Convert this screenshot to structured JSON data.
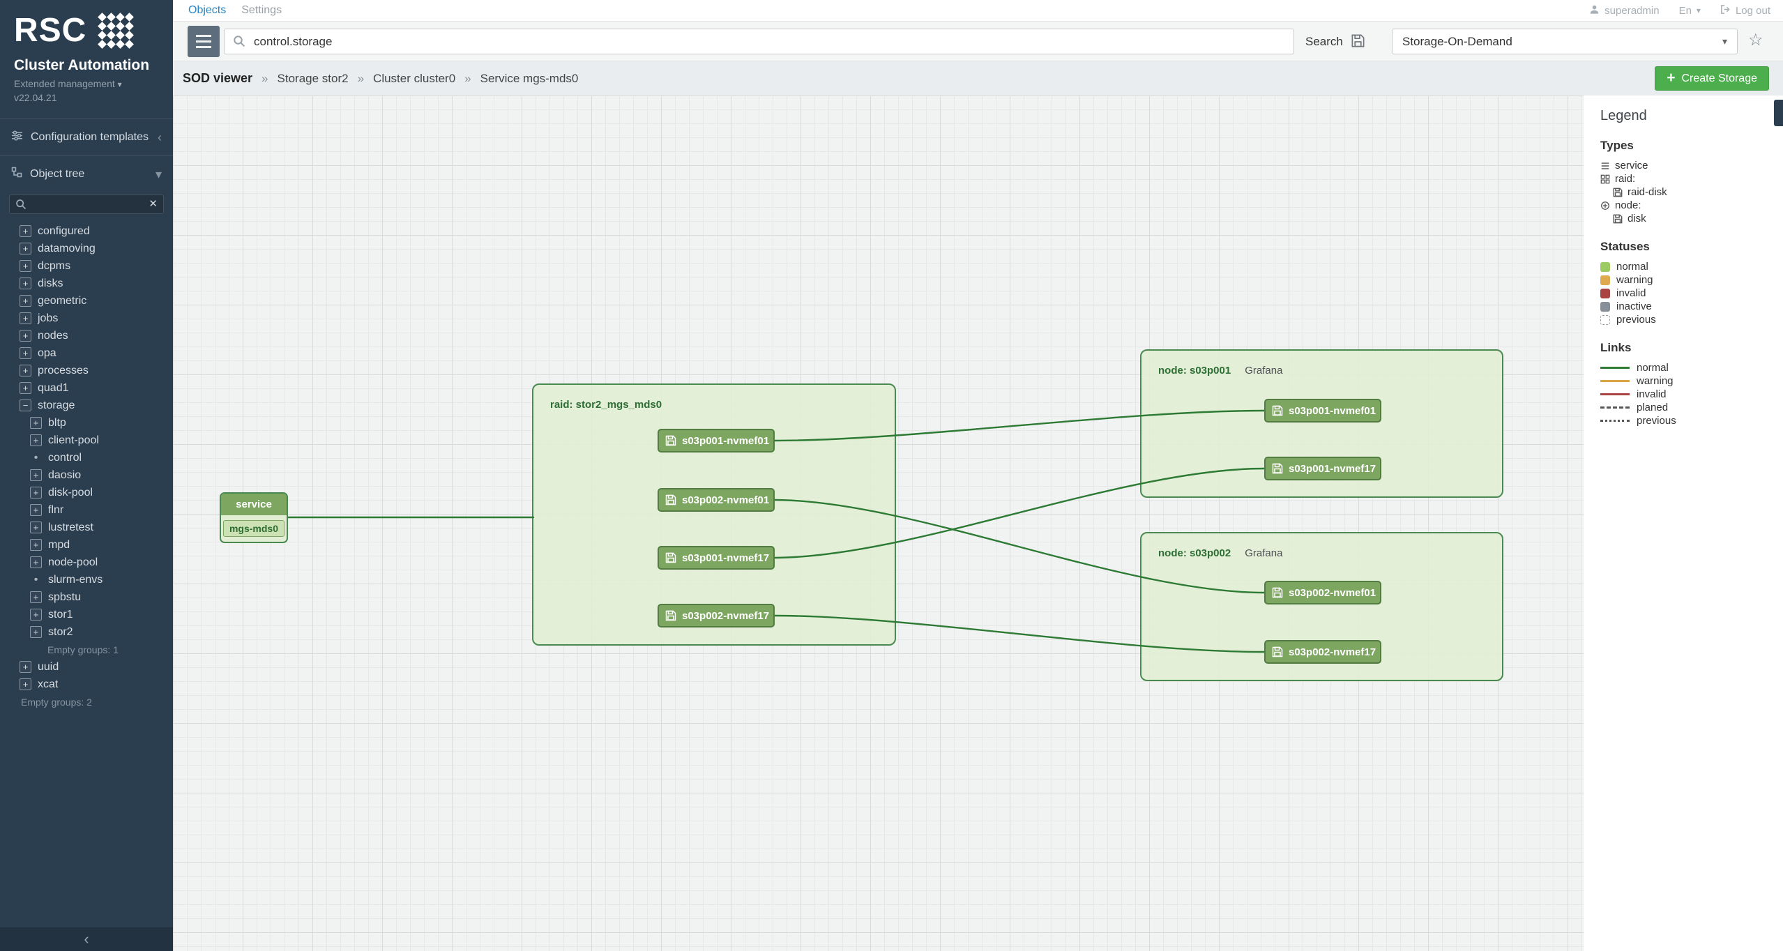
{
  "brand": {
    "logo_text": "RSC",
    "app_name": "Cluster Automation",
    "management_label": "Extended management",
    "version": "v22.04.21"
  },
  "topbar": {
    "tabs": [
      {
        "label": "Objects"
      },
      {
        "label": "Settings"
      }
    ],
    "user": "superadmin",
    "language": "En",
    "logout": "Log out"
  },
  "toolbar": {
    "search_value": "control.storage",
    "search_button": "Search",
    "view_select": "Storage-On-Demand"
  },
  "breadcrumb": {
    "root": "SOD viewer",
    "separator": "»",
    "items": [
      "Storage stor2",
      "Cluster cluster0",
      "Service mgs-mds0"
    ],
    "create_button": "Create Storage"
  },
  "sidebar": {
    "config_templates": "Configuration templates",
    "object_tree": "Object tree",
    "tree": [
      {
        "label": "configured",
        "type": "expand",
        "glyph": "+",
        "depth": 0
      },
      {
        "label": "datamoving",
        "type": "expand",
        "glyph": "+",
        "depth": 0
      },
      {
        "label": "dcpms",
        "type": "expand",
        "glyph": "+",
        "depth": 0
      },
      {
        "label": "disks",
        "type": "expand",
        "glyph": "+",
        "depth": 0
      },
      {
        "label": "geometric",
        "type": "expand",
        "glyph": "+",
        "depth": 0
      },
      {
        "label": "jobs",
        "type": "expand",
        "glyph": "+",
        "depth": 0
      },
      {
        "label": "nodes",
        "type": "expand",
        "glyph": "+",
        "depth": 0
      },
      {
        "label": "opa",
        "type": "expand",
        "glyph": "+",
        "depth": 0
      },
      {
        "label": "processes",
        "type": "expand",
        "glyph": "+",
        "depth": 0
      },
      {
        "label": "quad1",
        "type": "expand",
        "glyph": "+",
        "depth": 0
      },
      {
        "label": "storage",
        "type": "expand",
        "glyph": "−",
        "depth": 0
      },
      {
        "label": "bltp",
        "type": "expand",
        "glyph": "+",
        "depth": 1
      },
      {
        "label": "client-pool",
        "type": "expand",
        "glyph": "+",
        "depth": 1
      },
      {
        "label": "control",
        "type": "leaf",
        "glyph": "•",
        "depth": 1
      },
      {
        "label": "daosio",
        "type": "expand",
        "glyph": "+",
        "depth": 1
      },
      {
        "label": "disk-pool",
        "type": "expand",
        "glyph": "+",
        "depth": 1
      },
      {
        "label": "flnr",
        "type": "expand",
        "glyph": "+",
        "depth": 1
      },
      {
        "label": "lustretest",
        "type": "expand",
        "glyph": "+",
        "depth": 1
      },
      {
        "label": "mpd",
        "type": "expand",
        "glyph": "+",
        "depth": 1
      },
      {
        "label": "node-pool",
        "type": "expand",
        "glyph": "+",
        "depth": 1
      },
      {
        "label": "slurm-envs",
        "type": "leaf",
        "glyph": "•",
        "depth": 1
      },
      {
        "label": "spbstu",
        "type": "expand",
        "glyph": "+",
        "depth": 1
      },
      {
        "label": "stor1",
        "type": "expand",
        "glyph": "+",
        "depth": 1
      },
      {
        "label": "stor2",
        "type": "expand",
        "glyph": "+",
        "depth": 1
      },
      {
        "label": "Empty groups: 1",
        "type": "note",
        "glyph": "",
        "depth": 1
      },
      {
        "label": "uuid",
        "type": "expand",
        "glyph": "+",
        "depth": 0
      },
      {
        "label": "xcat",
        "type": "expand",
        "glyph": "+",
        "depth": 0
      },
      {
        "label": "Empty groups: 2",
        "type": "note",
        "glyph": "",
        "depth": 0
      }
    ]
  },
  "diagram": {
    "service": {
      "label": "service",
      "item": "mgs-mds0"
    },
    "raid": {
      "label": "raid: stor2_mgs_mds0",
      "disks": [
        "s03p001-nvmef01",
        "s03p002-nvmef01",
        "s03p001-nvmef17",
        "s03p002-nvmef17"
      ]
    },
    "nodes": [
      {
        "label": "node: s03p001",
        "link": "Grafana",
        "disks": [
          "s03p001-nvmef01",
          "s03p001-nvmef17"
        ]
      },
      {
        "label": "node: s03p002",
        "link": "Grafana",
        "disks": [
          "s03p002-nvmef01",
          "s03p002-nvmef17"
        ]
      }
    ]
  },
  "legend": {
    "title": "Legend",
    "types_header": "Types",
    "types": [
      {
        "icon": "service-icon",
        "label": "service",
        "indent": 0
      },
      {
        "icon": "raid-icon",
        "label": "raid:",
        "indent": 0
      },
      {
        "icon": "raid-disk-icon",
        "label": "raid-disk",
        "indent": 1
      },
      {
        "icon": "node-icon",
        "label": "node:",
        "indent": 0
      },
      {
        "icon": "disk-icon",
        "label": "disk",
        "indent": 1
      }
    ],
    "statuses_header": "Statuses",
    "statuses": [
      {
        "label": "normal",
        "color": "#9ccb62"
      },
      {
        "label": "warning",
        "color": "#dfa94d"
      },
      {
        "label": "invalid",
        "color": "#a94442"
      },
      {
        "label": "inactive",
        "color": "#878f98"
      },
      {
        "label": "previous",
        "color": "previous"
      }
    ],
    "links_header": "Links",
    "links": [
      {
        "label": "normal",
        "style": "solid",
        "color": "#2e7d32"
      },
      {
        "label": "warning",
        "style": "solid",
        "color": "#d9a441"
      },
      {
        "label": "invalid",
        "style": "solid",
        "color": "#a94442"
      },
      {
        "label": "planed",
        "style": "dashed",
        "color": "#555555"
      },
      {
        "label": "previous",
        "style": "dotted",
        "color": "#555555"
      }
    ]
  },
  "colors": {
    "sidebar_bg": "#2b3e50",
    "accent_green": "#4cae4c",
    "link_green": "#2e7d32",
    "tab_active_blue": "#2a84c4"
  }
}
